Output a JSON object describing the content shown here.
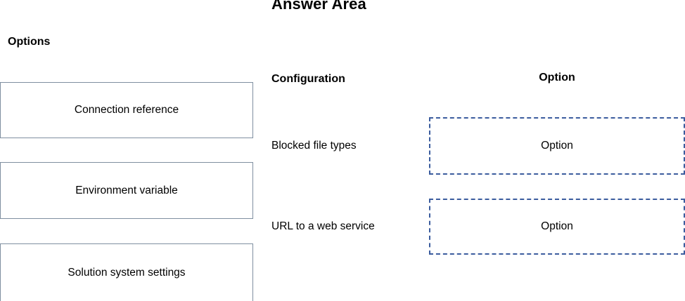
{
  "headings": {
    "answer_area": "Answer Area",
    "options": "Options"
  },
  "columns": {
    "configuration": "Configuration",
    "option": "Option"
  },
  "options_list": {
    "items": [
      {
        "label": "Connection reference"
      },
      {
        "label": "Environment variable"
      },
      {
        "label": "Solution system settings"
      }
    ]
  },
  "answer_area": {
    "rows": [
      {
        "configuration": "Blocked file types",
        "drop_placeholder": "Option"
      },
      {
        "configuration": "URL to a web service",
        "drop_placeholder": "Option"
      }
    ]
  },
  "colors": {
    "option_box_border": "#7f8fa0",
    "drop_zone_border": "#3b5c9e",
    "text": "#000000",
    "background": "#ffffff"
  }
}
